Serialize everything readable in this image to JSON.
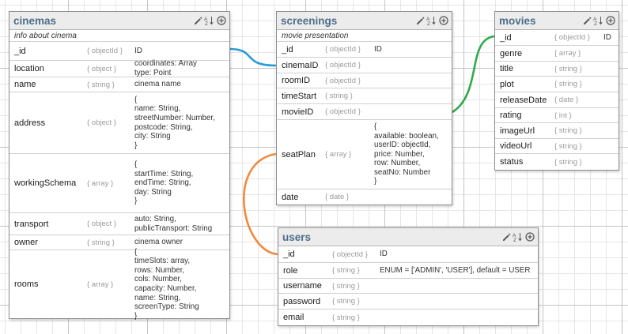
{
  "entities": {
    "cinemas": {
      "title": "cinemas",
      "description": "info about cinema",
      "fields": [
        {
          "name": "_id",
          "type": "{ objectId }",
          "note": "ID"
        },
        {
          "name": "location",
          "type": "{ object }",
          "note": "coordinates: Array\ntype: Point"
        },
        {
          "name": "name",
          "type": "{ string }",
          "note": "cinema name"
        },
        {
          "name": "address",
          "type": "{ object }",
          "note": "{\nname: String,\nstreetNumber: Number,\npostcode: String,\ncity: String\n}"
        },
        {
          "name": "workingSchema",
          "type": "{ array }",
          "note": "{\nstartTime: String,\nendTime: String,\nday: String\n}"
        },
        {
          "name": "transport",
          "type": "{ object }",
          "note": "auto: String,\npublicTransport: String"
        },
        {
          "name": "owner",
          "type": "{ string }",
          "note": "cinema owner"
        },
        {
          "name": "rooms",
          "type": "{ array }",
          "note": "{\ntimeSlots: array,\nrows: Number,\ncols: Number,\ncapacity: Number,\nname: String,\nscreenType: String\n}"
        }
      ]
    },
    "screenings": {
      "title": "screenings",
      "description": "movie presentation",
      "fields": [
        {
          "name": "_id",
          "type": "{ objectId }",
          "note": "ID"
        },
        {
          "name": "cinemaID",
          "type": "{ objectId }",
          "note": ""
        },
        {
          "name": "roomID",
          "type": "{ objectId }",
          "note": ""
        },
        {
          "name": "timeStart",
          "type": "{ string }",
          "note": ""
        },
        {
          "name": "movieID",
          "type": "{ objectId }",
          "note": ""
        },
        {
          "name": "seatPlan",
          "type": "{ array }",
          "note": "{\navailable: boolean,\nuserID: objectId,\nprice: Number,\nrow: Number,\nseatNo: Number\n}"
        },
        {
          "name": "date",
          "type": "{ date }",
          "note": ""
        }
      ]
    },
    "movies": {
      "title": "movies",
      "fields": [
        {
          "name": "_id",
          "type": "{ objectId }",
          "note": "ID"
        },
        {
          "name": "genre",
          "type": "{ array }",
          "note": ""
        },
        {
          "name": "title",
          "type": "{ string }",
          "note": ""
        },
        {
          "name": "plot",
          "type": "{ string }",
          "note": ""
        },
        {
          "name": "releaseDate",
          "type": "{ date }",
          "note": ""
        },
        {
          "name": "rating",
          "type": "{ int }",
          "note": ""
        },
        {
          "name": "imageUrl",
          "type": "{ string }",
          "note": ""
        },
        {
          "name": "videoUrl",
          "type": "{ string }",
          "note": ""
        },
        {
          "name": "status",
          "type": "{ string }",
          "note": ""
        }
      ]
    },
    "users": {
      "title": "users",
      "fields": [
        {
          "name": "_id",
          "type": "{ objectId }",
          "note": "ID"
        },
        {
          "name": "role",
          "type": "{ string }",
          "note": "ENUM = ['ADMIN', 'USER'], default = USER"
        },
        {
          "name": "username",
          "type": "{ string }",
          "note": ""
        },
        {
          "name": "password",
          "type": "{ string }",
          "note": ""
        },
        {
          "name": "email",
          "type": "{ string }",
          "note": ""
        }
      ]
    }
  },
  "icons": {
    "edit": "pencil-icon",
    "sort": "sort-az-icon",
    "add": "add-circle-icon"
  },
  "relations": [
    {
      "from": "cinemas._id",
      "to": "screenings.cinemaID",
      "color": "#2b9ad8"
    },
    {
      "from": "screenings.movieID",
      "to": "movies._id",
      "color": "#2faa4a"
    },
    {
      "from": "screenings.seatPlan",
      "to": "users._id",
      "color": "#f08a3c"
    }
  ]
}
